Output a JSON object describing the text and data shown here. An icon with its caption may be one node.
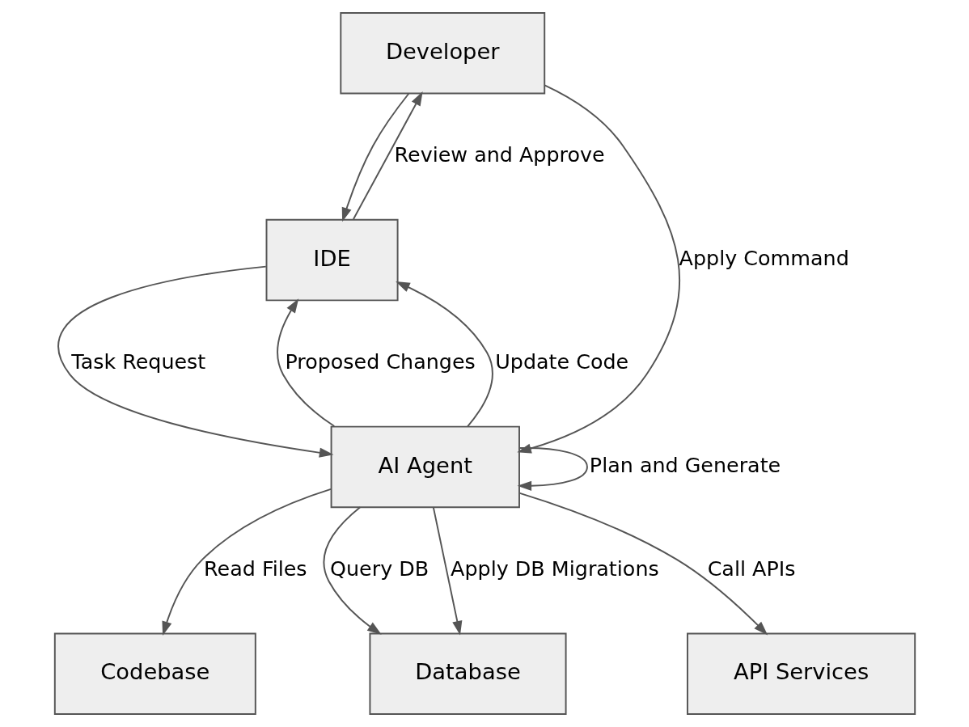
{
  "diagram": {
    "nodes": [
      {
        "text": [
          "Developer"
        ]
      },
      {
        "text": [
          "IDE"
        ]
      },
      {
        "text": [
          "AI Agent"
        ]
      },
      {
        "text": [
          "Codebase"
        ]
      },
      {
        "text": [
          "Database"
        ]
      },
      {
        "text": [
          "API Services"
        ]
      }
    ],
    "edges": [
      {
        "from": 0,
        "to": 1,
        "arrow": "to"
      },
      {
        "from": 1,
        "to": 0,
        "arrow": "to",
        "label": "Review and Approve"
      },
      {
        "from": 0,
        "to": 2,
        "arrow": "to",
        "label": "Apply Command"
      },
      {
        "from": 1,
        "to": 2,
        "arrow": "to",
        "label": "Task Request"
      },
      {
        "from": 2,
        "to": 1,
        "arrow": "to",
        "label": "Proposed Changes"
      },
      {
        "from": 2,
        "to": 1,
        "arrow": "to",
        "label": "Update Code"
      },
      {
        "from": 2,
        "to": 3,
        "arrow": "to",
        "label": "Read Files"
      },
      {
        "from": 2,
        "to": 4,
        "arrow": "to",
        "label": "Query DB"
      },
      {
        "from": 2,
        "to": 4,
        "arrow": "to",
        "label": "Apply DB Migrations"
      },
      {
        "from": 2,
        "to": 5,
        "arrow": "to",
        "label": "Call APIs"
      },
      {
        "from": 2,
        "to": 2,
        "arrow": "to",
        "label": "Plan and Generate"
      }
    ]
  }
}
